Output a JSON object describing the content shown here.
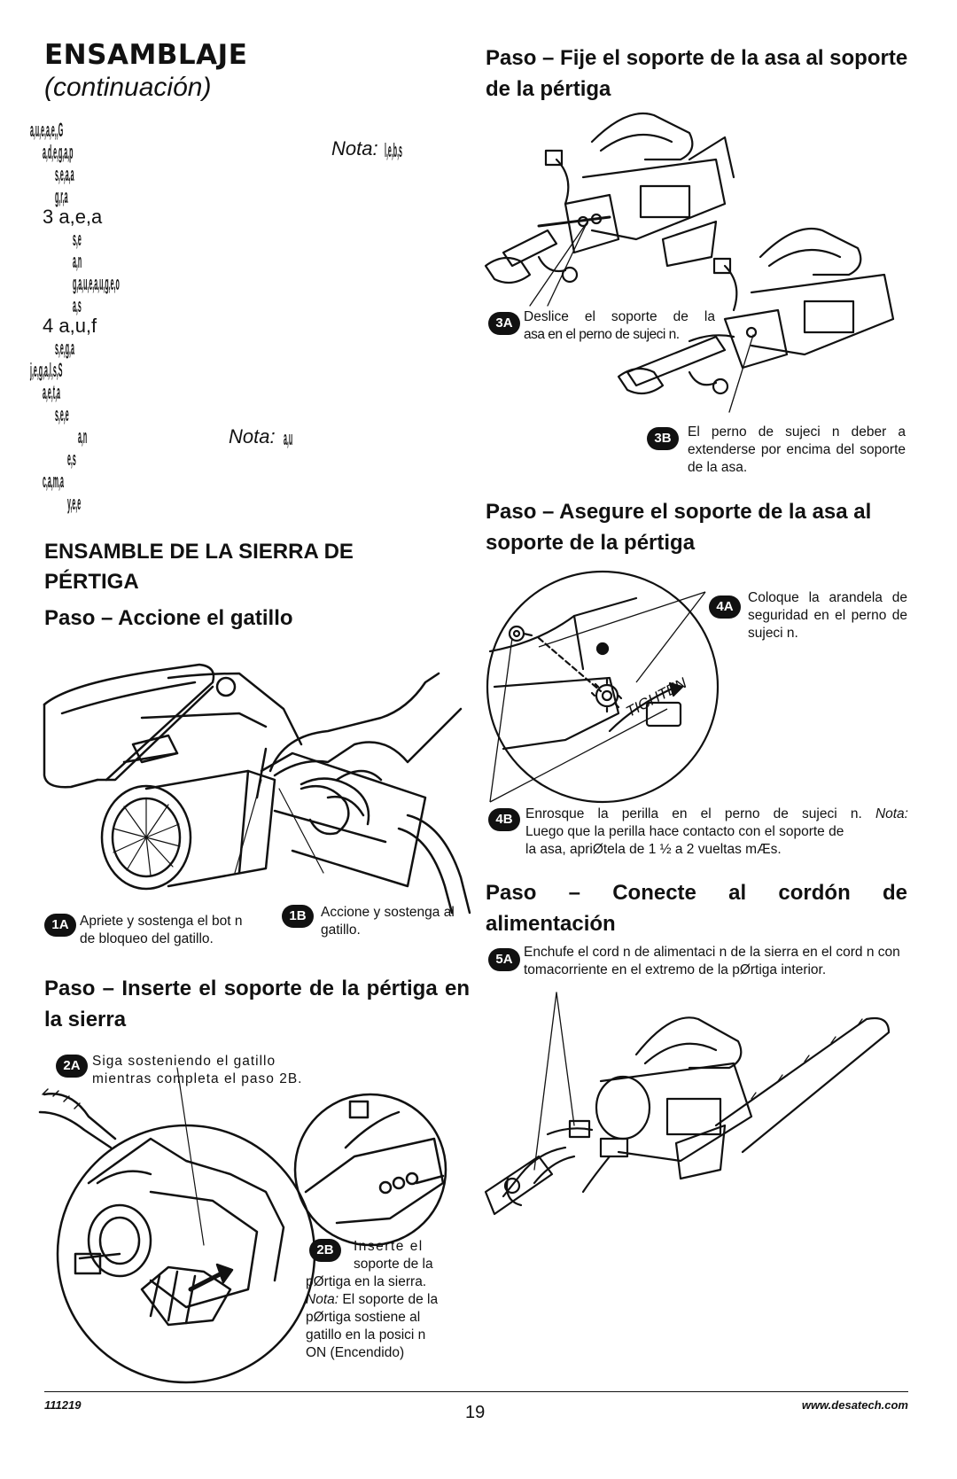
{
  "header": {
    "title": "ENSAMBLAJE",
    "subtitle": "(continuación)"
  },
  "left_column": {
    "garbled_lines": [
      "a,u,e,a,e,,G",
      "a,d,e,g,a,p",
      "s,e,a,a",
      "g,r,a",
      "3 a,e,a",
      "s,e",
      "a,n",
      "g,a,u,e,a,u,g,e,o",
      "a,s",
      "4 a,u,f",
      "s,e,g,a",
      "j,e,g,a,l,s,S",
      "a,e,t,a",
      "s,e,e",
      "a,n",
      "e,s",
      "c,a,m,a",
      "y,e,e"
    ],
    "note_label_1": "Nota:",
    "note_text_1": "l,e,b,s",
    "note_label_2": "Nota:",
    "note_text_2": "a,u",
    "section_title": "ENSAMBLE DE LA SIERRA DE PÉRTIGA",
    "step1_title": "Paso    – Accione el gatillo",
    "cap_1a_badge": "1A",
    "cap_1a": "Apriete y sostenga el bot  n de bloqueo del gatillo.",
    "cap_1b_badge": "1B",
    "cap_1b": "Accione y sostenga al gatillo.",
    "step2_title": "Paso    – Inserte el soporte de la pértiga en la sierra",
    "cap_2a_badge": "2A",
    "cap_2a": "Siga sosteniendo el gatillo mientras completa el paso 2B.",
    "cap_2b_badge": "2B",
    "cap_2b_l1": "Inserte el",
    "cap_2b_l2": "soporte de la",
    "cap_2b_l3": "pØrtiga en la sierra.",
    "cap_2b_note": "Nota:",
    "cap_2b_l4": " El soporte de la",
    "cap_2b_l5": "pØrtiga sostiene al",
    "cap_2b_l6": "gatillo en la posici n",
    "cap_2b_l7": "ON (Encendido)"
  },
  "right_column": {
    "step3_title": "Paso    – Fije el soporte de la asa al soporte de la pértiga",
    "cap_3a_badge": "3A",
    "cap_3a_l1": "Deslice el soporte de la",
    "cap_3a_l2": "asa en el perno de sujeci n.",
    "cap_3b_badge": "3B",
    "cap_3b": "El perno de sujeci n deber a extenderse por encima del soporte de la asa.",
    "step4_title": "Paso    – Asegure el soporte de la asa al soporte de la pértiga",
    "tighten_label": "TIGHTEN",
    "cap_4a_badge": "4A",
    "cap_4a": "Coloque la arandela de seguridad en el perno de sujeci n.",
    "cap_4b_badge": "4B",
    "cap_4b_l1a": "Enrosque la perilla en el perno de sujeci n. ",
    "cap_4b_note": "Nota:",
    "cap_4b_l2": "Luego que la perilla hace contacto con el soporte de",
    "cap_4b_l3": "la asa, apriØtela de 1 ½ a 2 vueltas mÆs.",
    "step5_title": "Paso    – Conecte al cordón de alimentación",
    "cap_5a_badge": "5A",
    "cap_5a": "Enchufe el cord  n de alimentaci  n de la sierra en el cord  n con tomacorriente en el extremo de la pØrtiga interior."
  },
  "footer": {
    "code": "111219",
    "page": "19",
    "url": "www.desatech.com"
  }
}
